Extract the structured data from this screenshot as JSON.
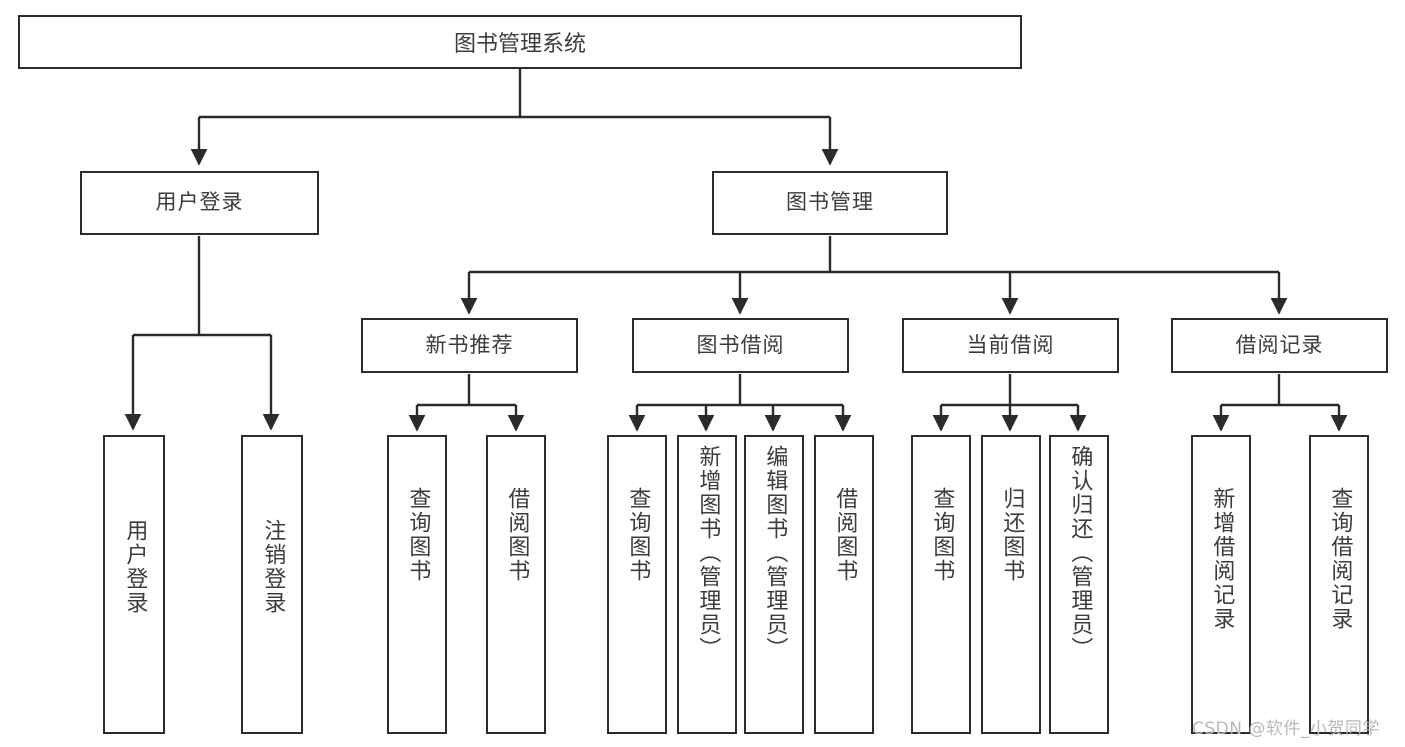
{
  "diagram": {
    "type": "tree",
    "title": "图书管理系统",
    "watermark": "CSDN @软件_小贺同学",
    "colors": {
      "border": "#2b2b2b",
      "text": "#3c3c3c",
      "background": "#ffffff",
      "watermark": "#b9b9b9"
    },
    "nodes": {
      "root": "图书管理系统",
      "level2": {
        "user_login": "用户登录",
        "book_manage": "图书管理"
      },
      "level3": {
        "new_book_rec": "新书推荐",
        "book_borrow": "图书借阅",
        "current_borrow": "当前借阅",
        "borrow_record": "借阅记录"
      },
      "leaves": {
        "user_login_1": "用户登录",
        "user_login_2": "注销登录",
        "new_book_1": "查询图书",
        "new_book_2": "借阅图书",
        "borrow_1": "查询图书",
        "borrow_2": "新增图书（管理员）",
        "borrow_3": "编辑图书（管理员）",
        "borrow_4": "借阅图书",
        "current_1": "查询图书",
        "current_2": "归还图书",
        "current_3": "确认归还（管理员）",
        "record_1": "新增借阅记录",
        "record_2": "查询借阅记录"
      }
    }
  }
}
